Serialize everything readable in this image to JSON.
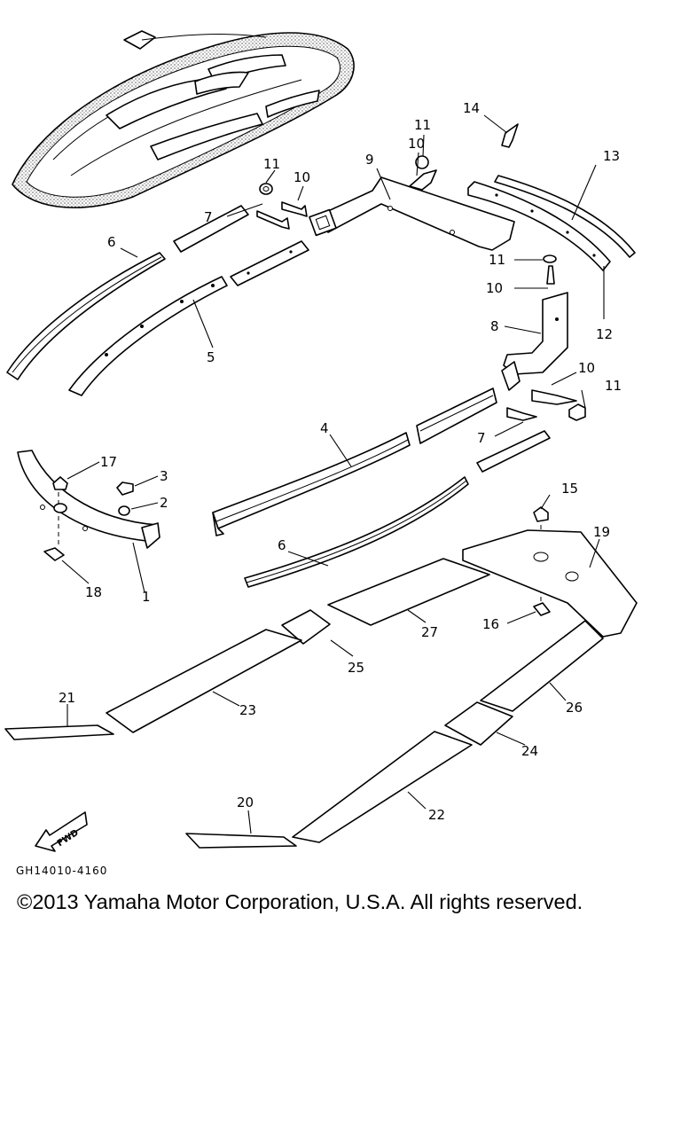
{
  "callouts": {
    "c1": "1",
    "c2": "2",
    "c3": "3",
    "c4": "4",
    "c5": "5",
    "c6a": "6",
    "c6b": "6",
    "c7a": "7",
    "c7b": "7",
    "c8": "8",
    "c9": "9",
    "c10a": "10",
    "c10b": "10",
    "c10c": "10",
    "c10d": "10",
    "c11a": "11",
    "c11b": "11",
    "c11c": "11",
    "c11d": "11",
    "c12": "12",
    "c13": "13",
    "c14": "14",
    "c15": "15",
    "c16": "16",
    "c17": "17",
    "c18": "18",
    "c19": "19",
    "c20": "20",
    "c21": "21",
    "c22": "22",
    "c23": "23",
    "c24": "24",
    "c25": "25",
    "c26": "26",
    "c27": "27"
  },
  "fwd_label": "FWD",
  "drawing_code": "GH14010-4160",
  "copyright": "©2013 Yamaha Motor Corporation, U.S.A. All rights reserved."
}
